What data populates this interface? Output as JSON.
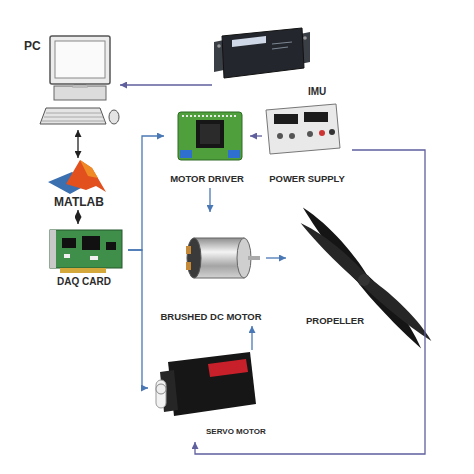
{
  "diagram": {
    "nodes": [
      {
        "text": [
          "PC"
        ]
      },
      {
        "text": [
          "IMU"
        ]
      },
      {
        "text": [
          "MATLAB"
        ]
      },
      {
        "text": [
          "DAQ CARD"
        ]
      },
      {
        "text": [
          "MOTOR DRIVER"
        ]
      },
      {
        "text": [
          "POWER SUPPLY"
        ]
      },
      {
        "text": [
          "BRUSHED DC MOTOR"
        ]
      },
      {
        "text": [
          "PROPELLER"
        ]
      },
      {
        "text": [
          "SERVO MOTOR"
        ]
      }
    ],
    "edges": [
      {
        "from": 1,
        "to": 0,
        "arrow": "to"
      },
      {
        "from": 0,
        "to": 2,
        "arrow": "both"
      },
      {
        "from": 2,
        "to": 3,
        "arrow": "both"
      },
      {
        "from": 3,
        "to": 4,
        "arrow": "to"
      },
      {
        "from": 3,
        "to": 8,
        "arrow": "to"
      },
      {
        "from": 4,
        "to": 6,
        "arrow": "to"
      },
      {
        "from": 5,
        "to": 4,
        "arrow": "to"
      },
      {
        "from": 6,
        "to": 7,
        "arrow": "to"
      },
      {
        "from": 8,
        "to": 6,
        "arrow": "to"
      },
      {
        "from": 5,
        "to": 8,
        "arrow": "to"
      }
    ]
  }
}
